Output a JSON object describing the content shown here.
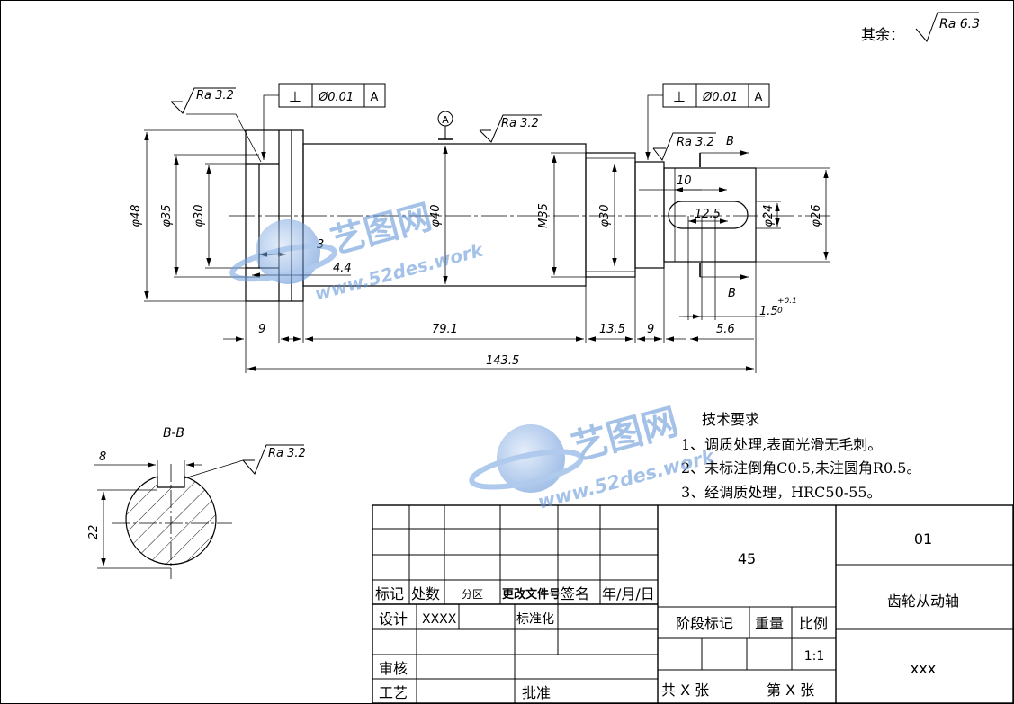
{
  "surface_finish": {
    "other_label": "其余：",
    "other_ra": "Ra 6.3",
    "left_ra": "Ra 3.2",
    "mid_ra": "Ra 3.2",
    "right_ra": "Ra 3.2",
    "section_ra": "Ra 3.2"
  },
  "tolerance_frames": {
    "left": {
      "symbol": "⊥",
      "value": "Ø0.01",
      "datum": "A"
    },
    "right": {
      "symbol": "⊥",
      "value": "Ø0.01",
      "datum": "A"
    }
  },
  "datum_label": "A",
  "section_marks": {
    "top": "B",
    "bottom": "B"
  },
  "dimensions": {
    "d48": "φ48",
    "d35": "φ35",
    "d30_left": "φ30",
    "d40": "φ40",
    "m35": "M35",
    "d30_right": "φ30",
    "d24": "φ24",
    "d26": "φ26",
    "gap3": "3",
    "gap4_4": "4.4",
    "key10": "10",
    "key12_5": "12.5",
    "l9_left": "9",
    "l79_1": "79.1",
    "l13_5": "13.5",
    "l9_right": "9",
    "l5_6": "5.6",
    "groove": "1.5",
    "groove_tol": "+0.1",
    "groove_tol_low": "0",
    "total": "143.5"
  },
  "section": {
    "title": "B-B",
    "width": "8",
    "height": "22"
  },
  "watermark": {
    "brand": "艺图网",
    "url": "www.52des.work"
  },
  "tech_requirements": {
    "title": "技术要求",
    "items": [
      "1、调质处理,表面光滑无毛刺。",
      "2、未标注倒角C0.5,未注圆角R0.5。",
      "3、经调质处理，HRC50-55。"
    ]
  },
  "title_block": {
    "material": "45",
    "drawing_no": "01",
    "part_name": "齿轮从动轴",
    "company": "xxx",
    "headers": [
      "标记",
      "处数",
      "分区",
      "更改文件号",
      "签名",
      "年/月/日"
    ],
    "design_label": "设计",
    "designer": "XXXX",
    "standardize_label": "标准化",
    "review_label": "审核",
    "process_label": "工艺",
    "approve_label": "批准",
    "stage_label": "阶段标记",
    "weight_label": "重量",
    "scale_label": "比例",
    "scale": "1:1",
    "sheets_label": "共 X 张",
    "sheet_label": "第 X 张"
  }
}
